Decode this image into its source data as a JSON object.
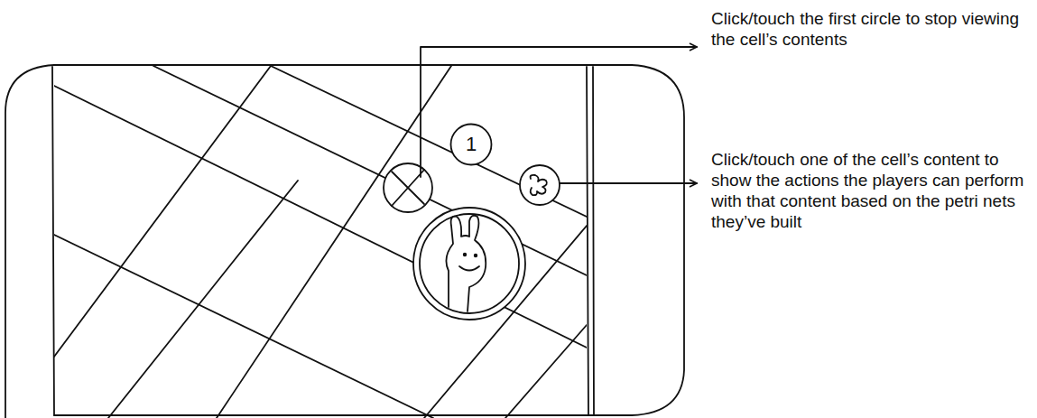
{
  "diagram": {
    "nodes": [
      {
        "text": [
          "1"
        ]
      }
    ],
    "labels": [
      "Click/touch the first circle to stop viewing the cell’s contents",
      "Click/touch one of the cell’s content to show the actions the players can perform with that content based on the petri nets they’ve built"
    ]
  }
}
